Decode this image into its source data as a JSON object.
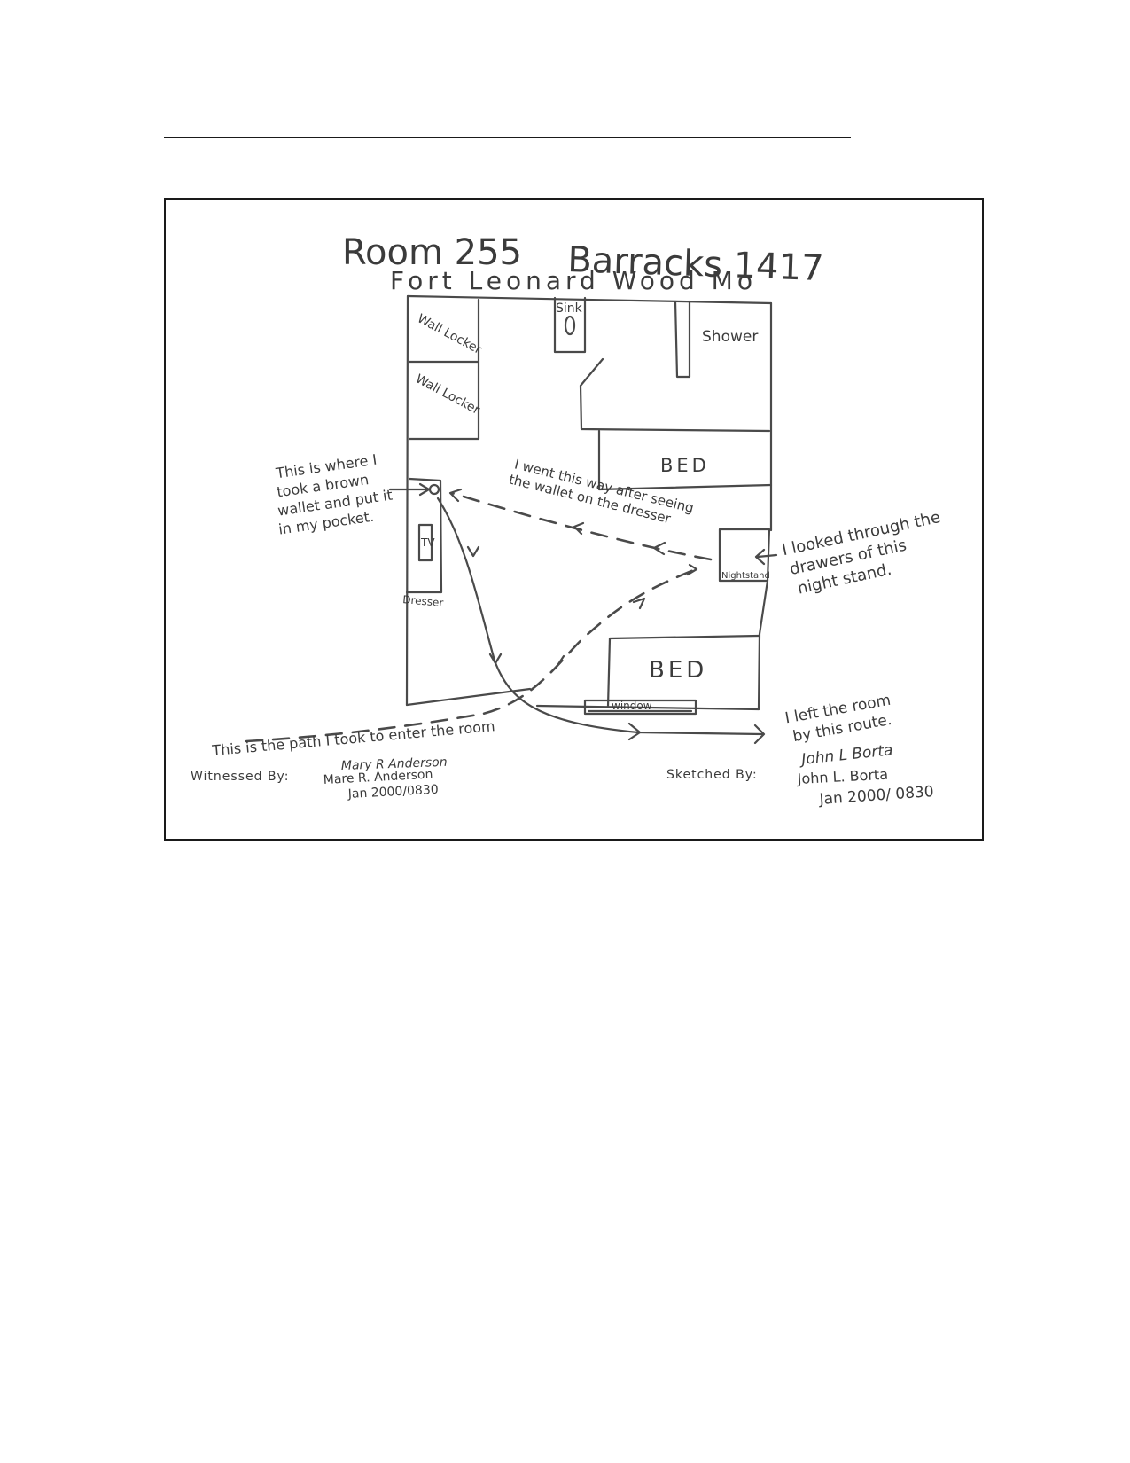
{
  "title": {
    "line1": "Room 255",
    "line2": "Barracks 1417",
    "line3": "Fort Leonard Wood Mo"
  },
  "labels": {
    "sink": "Sink",
    "shower": "Shower",
    "wall_locker_1": "Wall Locker",
    "wall_locker_2": "Wall Locker",
    "bed_top": "BED",
    "bed_bottom": "BED",
    "tv": "TV",
    "dresser": "Dresser",
    "nightstand": "Nightstand",
    "window": "window"
  },
  "annotations": {
    "wallet": [
      "This is where I",
      "took a brown",
      "wallet and put it",
      "in my pocket."
    ],
    "went_this_way": [
      "I went this way after seeing",
      "the wallet on the dresser"
    ],
    "nightstand_note": [
      "I looked through the",
      "drawers of this",
      "night stand."
    ],
    "entry_path": "This is the path I took to enter the room",
    "exit_route": [
      "I left the room",
      "by this route."
    ]
  },
  "witness": {
    "label": "Witnessed By:",
    "signature": "Mary R Anderson",
    "name": "Mare R. Anderson",
    "date": "Jan 2000/0830"
  },
  "sketcher": {
    "label": "Sketched By:",
    "signature": "John L Borta",
    "name": "John L. Borta",
    "date": "Jan 2000/ 0830"
  }
}
